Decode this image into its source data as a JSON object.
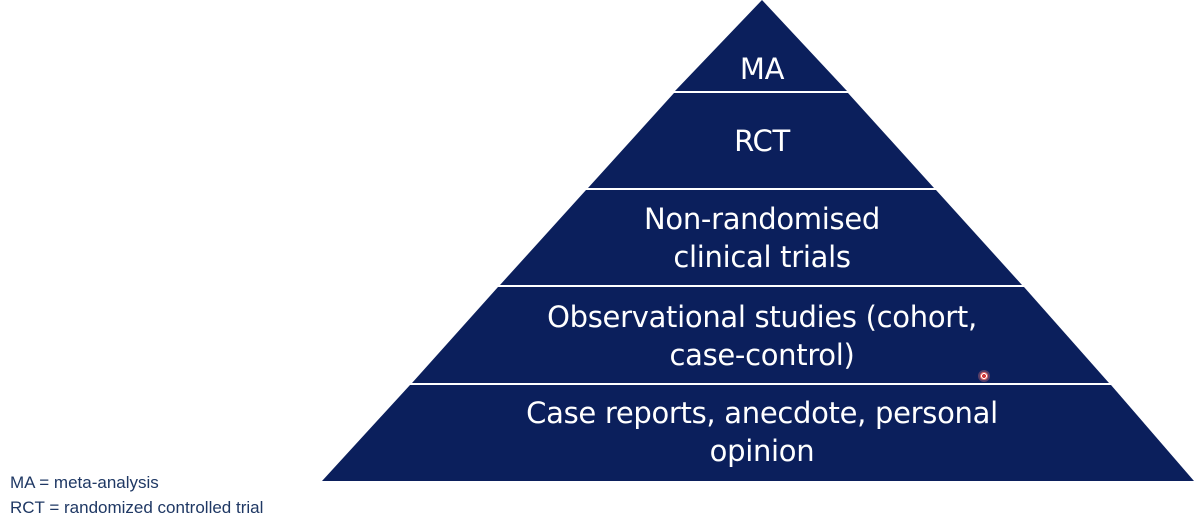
{
  "colors": {
    "tier_fill": "#0b1f5c",
    "tier_divider": "#ffffff",
    "tier_text": "#ffffff",
    "legend_text": "#1f3864"
  },
  "pyramid": {
    "tiers": [
      {
        "lines": [
          "MA"
        ]
      },
      {
        "lines": [
          "RCT"
        ]
      },
      {
        "lines": [
          "Non-randomised",
          "clinical trials"
        ]
      },
      {
        "lines": [
          "Observational studies (cohort,",
          "case-control)"
        ]
      },
      {
        "lines": [
          "Case reports, anecdote, personal",
          "opinion"
        ]
      }
    ]
  },
  "legend": [
    "MA = meta-analysis",
    "RCT = randomized controlled trial"
  ]
}
